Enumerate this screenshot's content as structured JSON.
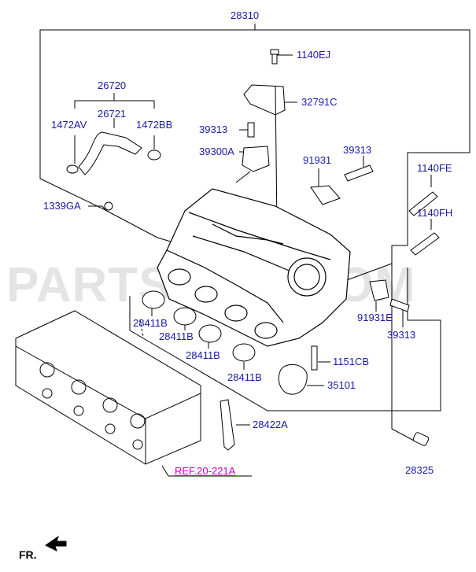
{
  "watermark": "PARTSOUQ.COM",
  "direction_label": "FR.",
  "reference": "REF.20-221A",
  "colors": {
    "label": "#1a1aa6",
    "reference": "#c400c4",
    "line": "#000000",
    "watermark": "#e4e4e4"
  },
  "callouts": {
    "c28310": "28310",
    "c1140EJ": "1140EJ",
    "c32791C": "32791C",
    "c26720": "26720",
    "c26721": "26721",
    "c1472AV": "1472AV",
    "c1472BB": "1472BB",
    "c39313a": "39313",
    "c39300A": "39300A",
    "c91931": "91931",
    "c39313b": "39313",
    "c1140FE": "1140FE",
    "c1339GA": "1339GA",
    "c1140FH": "1140FH",
    "c91931E": "91931E",
    "c39313c": "39313",
    "c28411B_1": "28411B",
    "c28411B_2": "28411B",
    "c28411B_3": "28411B",
    "c28411B_4": "28411B",
    "c1151CB": "1151CB",
    "c35101": "35101",
    "c28422A": "28422A",
    "c28325": "28325"
  }
}
